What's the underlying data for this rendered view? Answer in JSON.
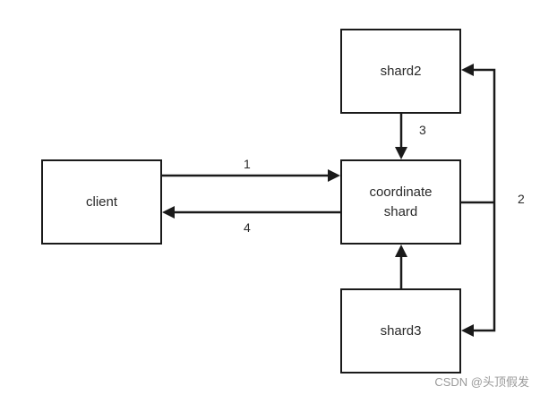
{
  "nodes": {
    "client": "client",
    "shard2": "shard2",
    "coordinate_shard": "coordinate shard",
    "shard3": "shard3"
  },
  "steps": {
    "step1": "1",
    "step2": "2",
    "step3": "3",
    "step4": "4"
  },
  "watermark": "CSDN @头顶假发",
  "colors": {
    "line": "#1a1a1a",
    "text": "#2a2a2a",
    "watermark": "#9a9a9a"
  }
}
